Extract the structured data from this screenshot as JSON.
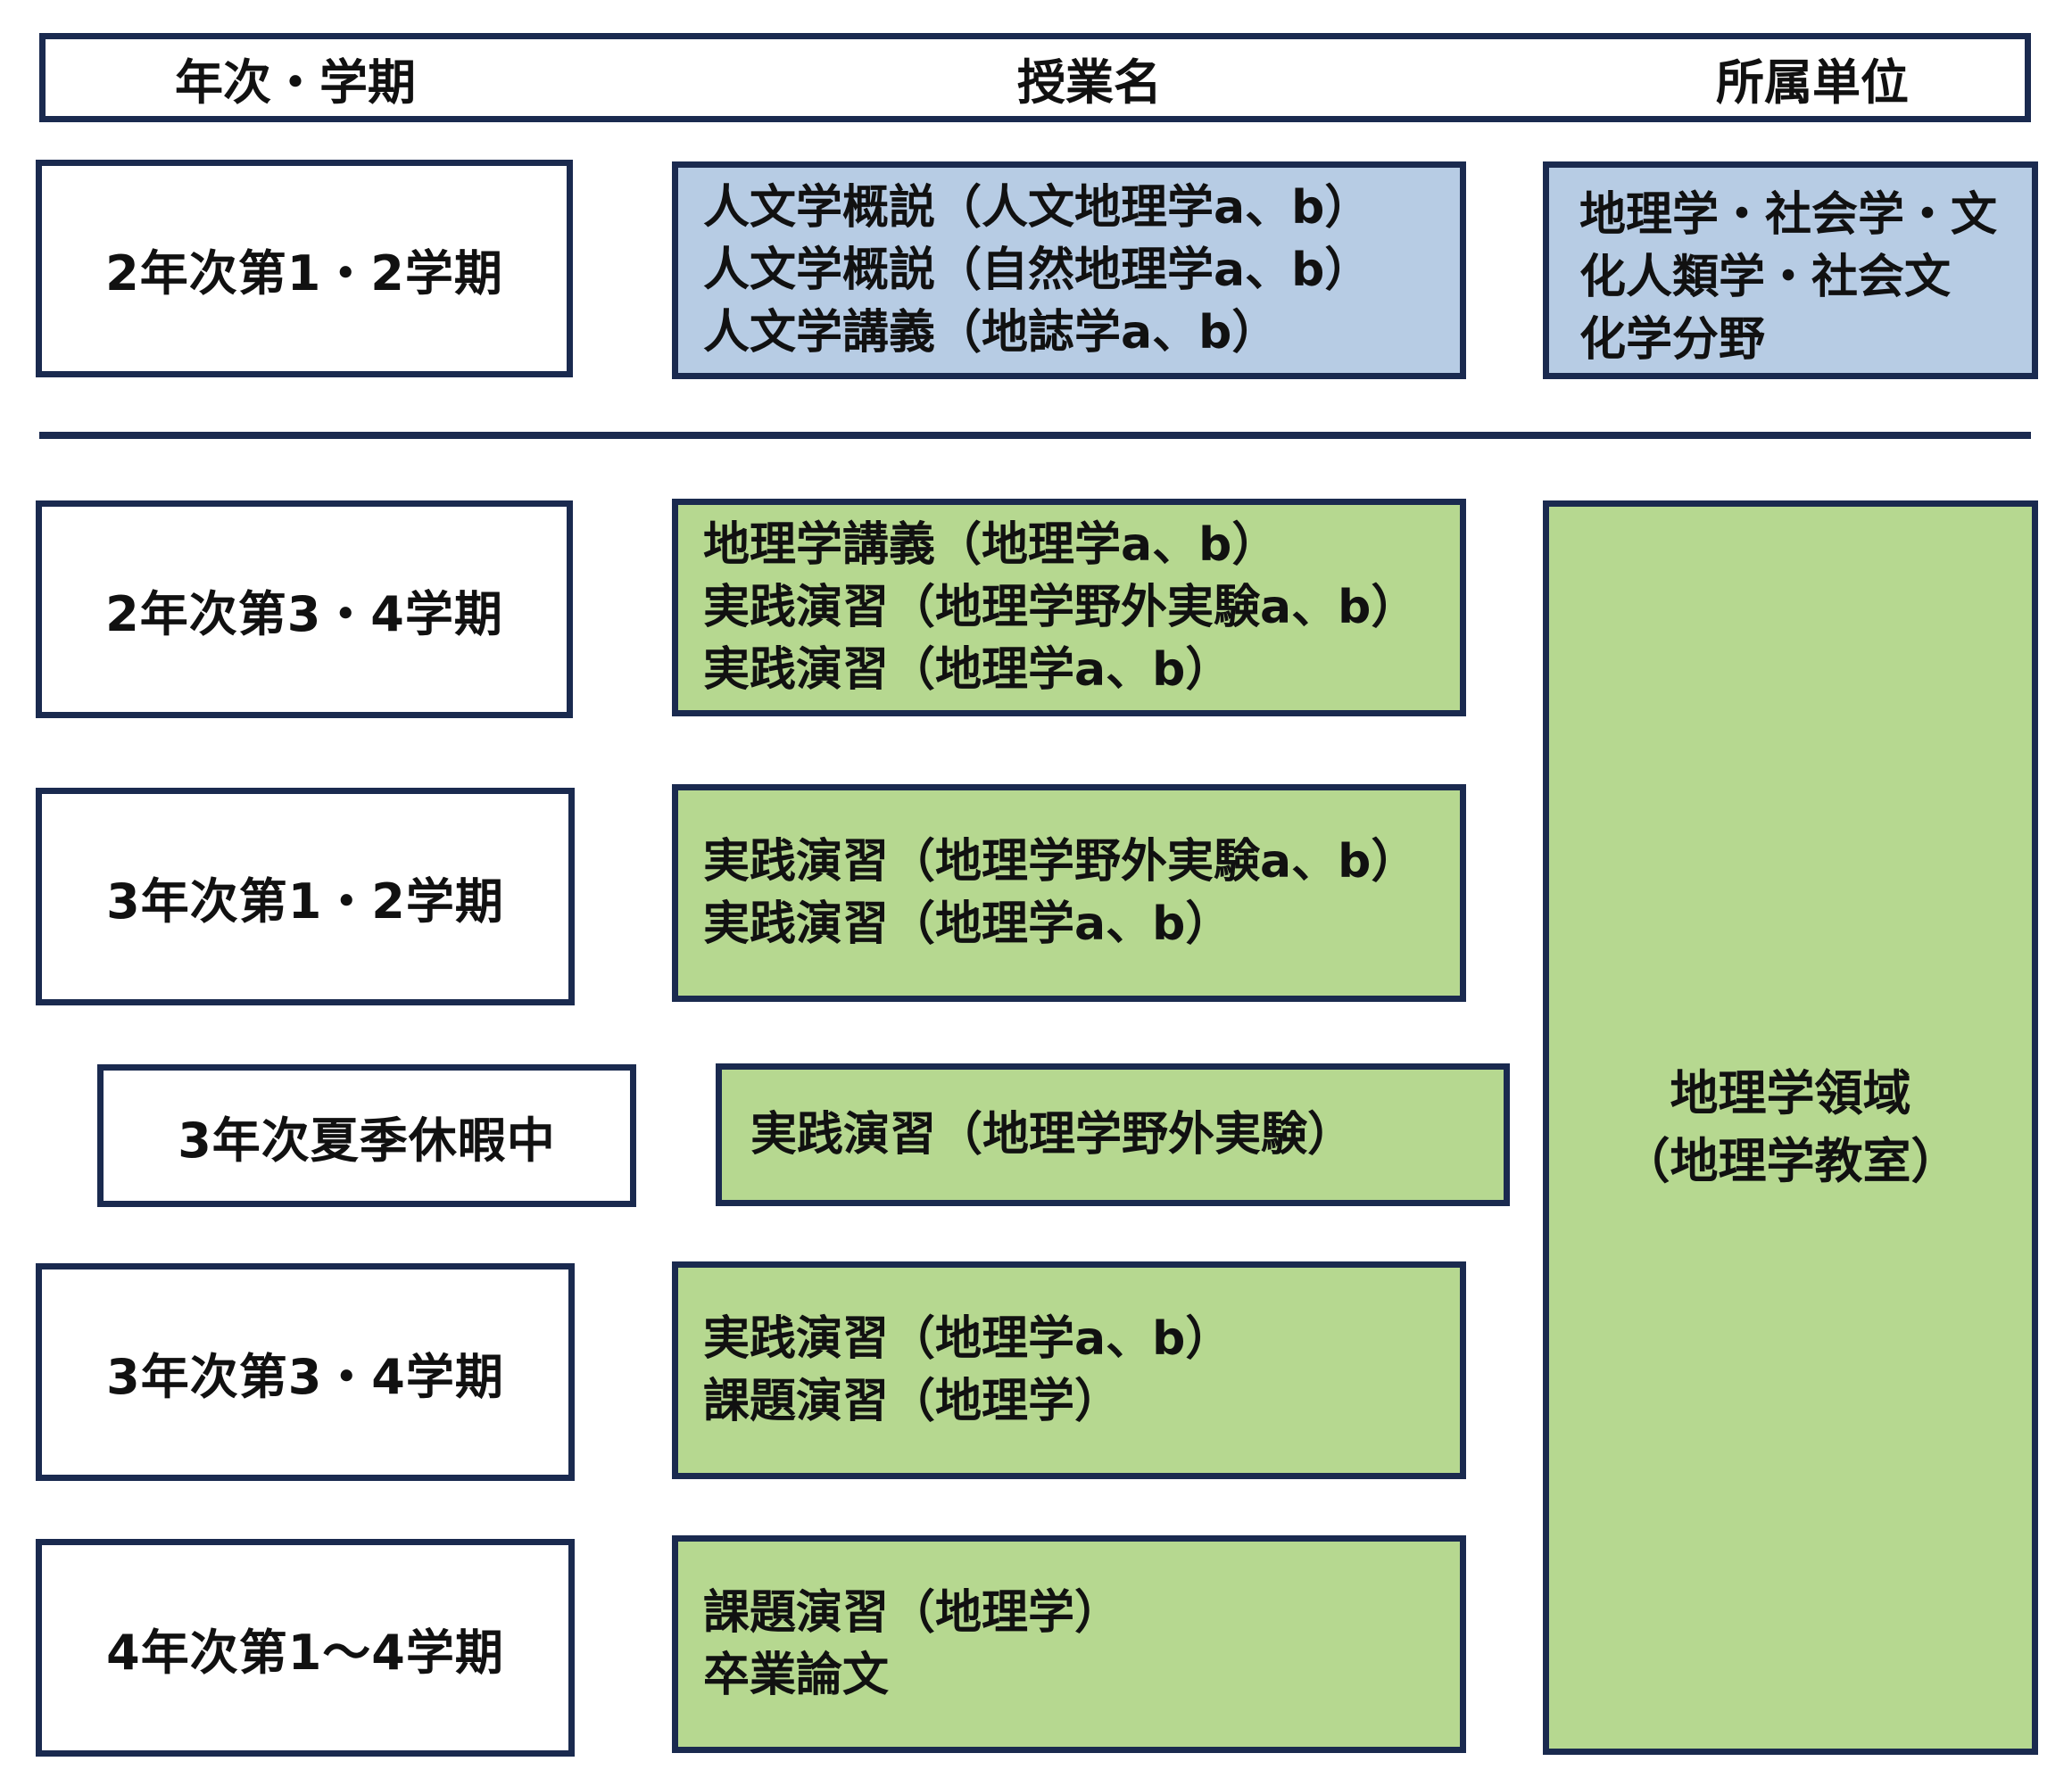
{
  "header": {
    "term": "年次・学期",
    "course": "授業名",
    "unit": "所属単位"
  },
  "section1": {
    "term": "2年次第1・2学期",
    "courses": [
      "人文学概説（人文地理学a、b）",
      "人文学概説（自然地理学a、b）",
      "人文学講義（地誌学a、b）"
    ],
    "unit": [
      "地理学・社会学・文",
      "化人類学・社会文",
      "化学分野"
    ]
  },
  "rows": [
    {
      "term": "2年次第3・4学期",
      "courses": [
        "地理学講義（地理学a、b）",
        "実践演習（地理学野外実験a、b）",
        "実践演習（地理学a、b）"
      ]
    },
    {
      "term": "3年次第1・2学期",
      "courses": [
        "実践演習（地理学野外実験a、b）",
        "実践演習（地理学a、b）"
      ]
    },
    {
      "term": "3年次夏季休暇中",
      "courses": [
        "実践演習（地理学野外実験）"
      ]
    },
    {
      "term": "3年次第3・4学期",
      "courses": [
        "実践演習（地理学a、b）",
        "課題演習（地理学）"
      ]
    },
    {
      "term": "4年次第1～4学期",
      "courses": [
        "課題演習（地理学）",
        "卒業論文"
      ]
    }
  ],
  "unit2": {
    "line1": "地理学領域",
    "line2": "（地理学教室）"
  },
  "colors": {
    "border": "#1a2a4f",
    "blue": "#b7cce4",
    "green": "#b6d890"
  }
}
